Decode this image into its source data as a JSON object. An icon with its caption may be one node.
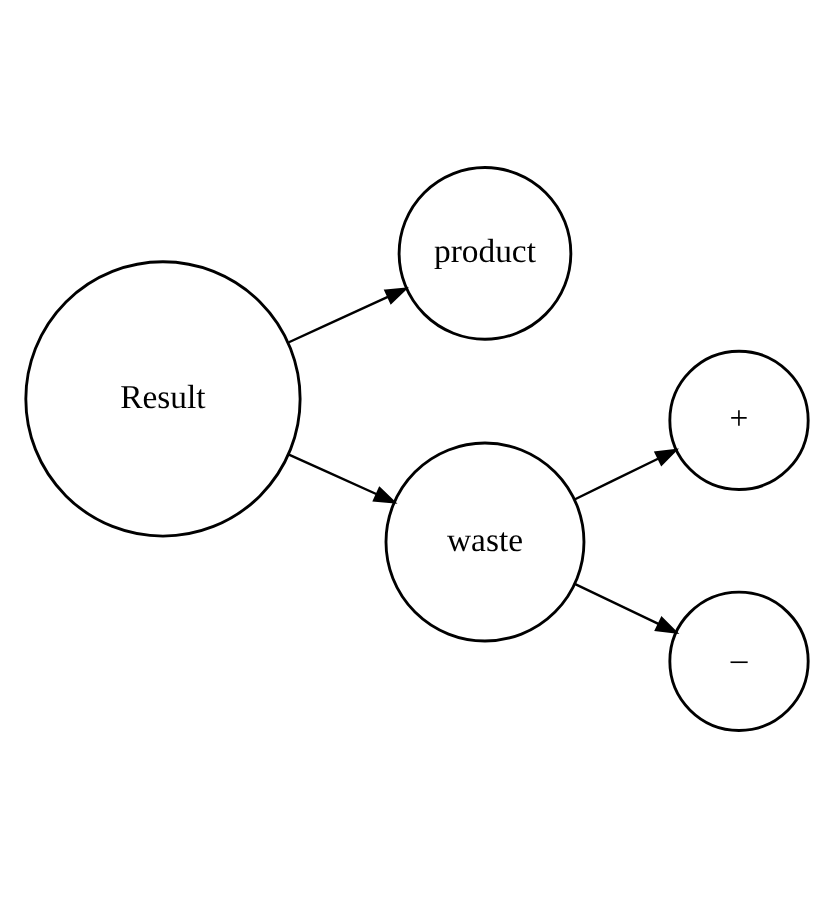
{
  "diagram": {
    "nodes": [
      {
        "text": [
          "Result"
        ]
      },
      {
        "text": [
          "product"
        ]
      },
      {
        "text": [
          "waste"
        ]
      },
      {
        "text": [
          "+"
        ]
      },
      {
        "text": [
          "–"
        ]
      }
    ],
    "edges": [
      {
        "from": 0,
        "to": 1,
        "arrow": "to"
      },
      {
        "from": 0,
        "to": 2,
        "arrow": "to"
      },
      {
        "from": 2,
        "to": 3,
        "arrow": "to"
      },
      {
        "from": 2,
        "to": 4,
        "arrow": "to"
      }
    ]
  }
}
